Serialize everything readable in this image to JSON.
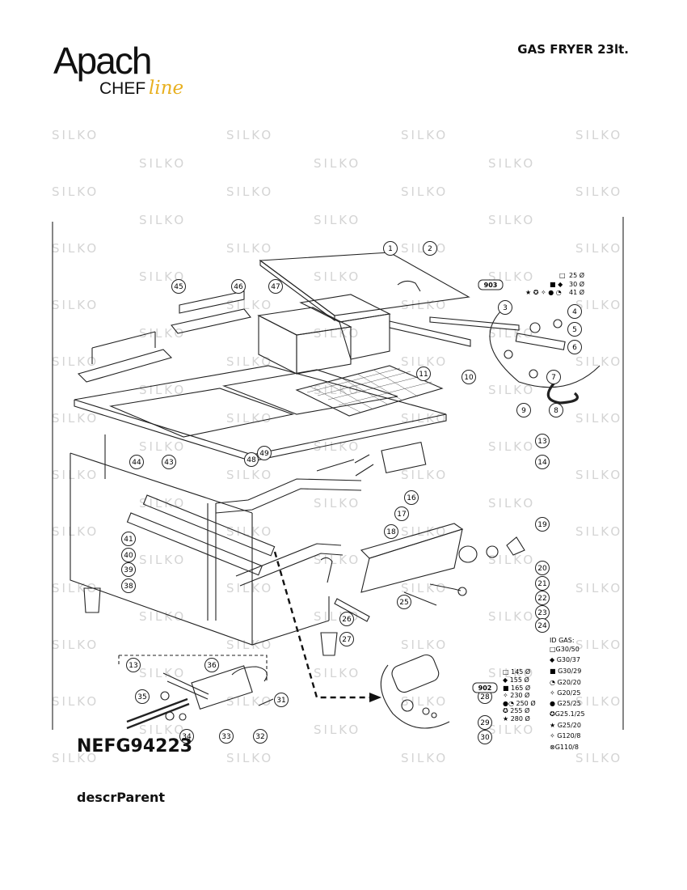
{
  "header": {
    "logo_main": "Apach",
    "logo_chef": "CHEF",
    "logo_line": "line",
    "title": "GAS FRYER 23lt."
  },
  "watermark": "SILKO",
  "drawing": {
    "part_numbers": [
      "1",
      "2",
      "3",
      "4",
      "5",
      "6",
      "7",
      "8",
      "9",
      "10",
      "11",
      "13",
      "14",
      "16",
      "17",
      "18",
      "19",
      "20",
      "21",
      "22",
      "23",
      "24",
      "25",
      "26",
      "27",
      "28",
      "29",
      "30",
      "31",
      "32",
      "33",
      "34",
      "35",
      "36",
      "38",
      "39",
      "40",
      "41",
      "43",
      "44",
      "45",
      "46",
      "47",
      "48",
      "49",
      "13"
    ],
    "code_box_top": "903",
    "code_box_bottom": "902",
    "top_legend": [
      {
        "symbol": "□",
        "text": "25 Ø"
      },
      {
        "symbol": "■ ◆",
        "text": "30 Ø"
      },
      {
        "symbol": "★ ✪ ✧ ● ◔",
        "text": "41 Ø"
      }
    ],
    "gas_title": "ID GAS:",
    "gas_types": [
      "□G30/50",
      "◆ G30/37",
      "■ G30/29",
      "◔ G20/20",
      "✧ G20/25",
      "● G25/25",
      "✪G25.1/25",
      "★ G25/20",
      "✧ G120/8",
      "⊗G110/8"
    ],
    "diameters": [
      "□ 145 Ø",
      "◆ 155 Ø",
      "■ 165 Ø",
      "✧ 230 Ø",
      "●◔ 250 Ø",
      "✪ 255 Ø",
      "★ 280 Ø"
    ]
  },
  "model": "NEFG94223",
  "description_parent": "descrParent"
}
